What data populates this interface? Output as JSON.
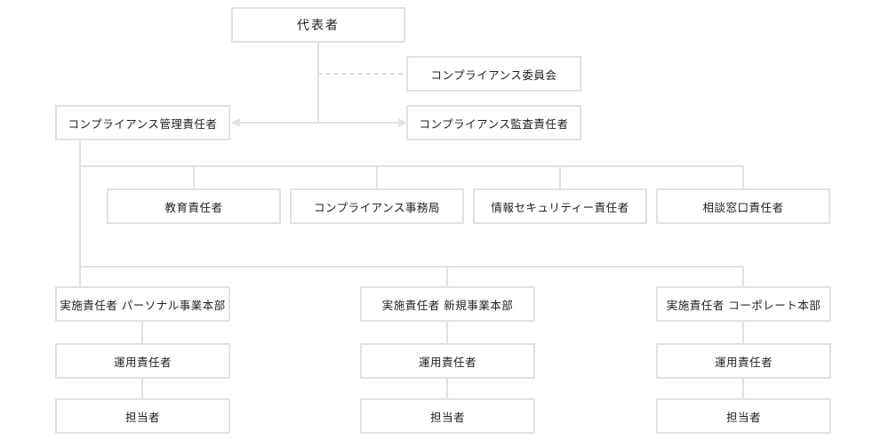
{
  "org": {
    "ceo": "代表者",
    "committee": "コンプライアンス委員会",
    "manager": "コンプライアンス管理責任者",
    "auditor": "コンプライアンス監査責任者",
    "staff": [
      "教育責任者",
      "コンプライアンス事務局",
      "情報セキュリティー責任者",
      "相談窓口責任者"
    ],
    "divisions": [
      {
        "head": "実施責任者 パーソナル事業本部",
        "ops": "運用責任者",
        "staff": "担当者"
      },
      {
        "head": "実施責任者 新規事業本部",
        "ops": "運用責任者",
        "staff": "担当者"
      },
      {
        "head": "実施責任者 コーポレート本部",
        "ops": "運用責任者",
        "staff": "担当者"
      }
    ]
  },
  "colors": {
    "border": "#dde3e0",
    "line": "#dde3e0",
    "text": "#222222"
  }
}
